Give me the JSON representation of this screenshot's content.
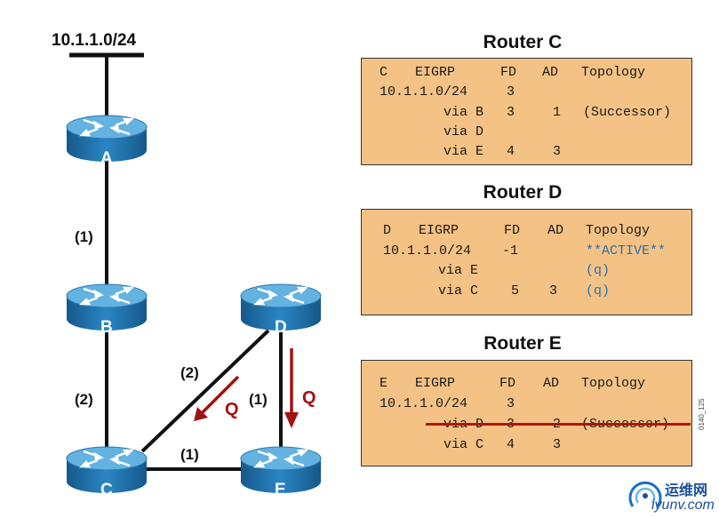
{
  "network": {
    "prefix": "10.1.1.0/24",
    "routers": [
      {
        "id": "A",
        "label": "A"
      },
      {
        "id": "B",
        "label": "B"
      },
      {
        "id": "C",
        "label": "C"
      },
      {
        "id": "D",
        "label": "D"
      },
      {
        "id": "E",
        "label": "E"
      }
    ],
    "links": [
      {
        "from": "A",
        "to": "B",
        "cost": "(1)"
      },
      {
        "from": "B",
        "to": "C",
        "cost": "(2)"
      },
      {
        "from": "C",
        "to": "D",
        "cost": "(2)"
      },
      {
        "from": "D",
        "to": "E",
        "cost": "(1)"
      },
      {
        "from": "C",
        "to": "E",
        "cost": "(1)"
      }
    ],
    "queries": [
      {
        "from": "D",
        "to": "C",
        "label": "Q"
      },
      {
        "from": "D",
        "to": "E",
        "label": "Q"
      }
    ],
    "query_color": "#a31212"
  },
  "tables": {
    "c": {
      "title": "Router C",
      "header": {
        "router": "C",
        "proto": "EIGRP",
        "fd": "FD",
        "ad": "AD",
        "topo": "Topology"
      },
      "prefix": "10.1.1.0/24",
      "prefix_fd": "3",
      "rows": [
        {
          "via": "via B",
          "fd": "3",
          "ad": "1",
          "topo": "(Successor)"
        },
        {
          "via": "via D",
          "fd": "",
          "ad": "",
          "topo": ""
        },
        {
          "via": "via E",
          "fd": "4",
          "ad": "3",
          "topo": ""
        }
      ]
    },
    "d": {
      "title": "Router D",
      "header": {
        "router": "D",
        "proto": "EIGRP",
        "fd": "FD",
        "ad": "AD",
        "topo": "Topology"
      },
      "prefix": "10.1.1.0/24",
      "prefix_fd": "-1",
      "prefix_topo": "**ACTIVE**",
      "rows": [
        {
          "via": "via E",
          "fd": "",
          "ad": "",
          "topo": "(q)"
        },
        {
          "via": "via C",
          "fd": "5",
          "ad": "3",
          "topo": "(q)"
        }
      ]
    },
    "e": {
      "title": "Router E",
      "header": {
        "router": "E",
        "proto": "EIGRP",
        "fd": "FD",
        "ad": "AD",
        "topo": "Topology"
      },
      "prefix": "10.1.1.0/24",
      "prefix_fd": "3",
      "rows": [
        {
          "via": "via D",
          "fd": "3",
          "ad": "2",
          "topo": "(Successor)",
          "struck": true
        },
        {
          "via": "via C",
          "fd": "4",
          "ad": "3",
          "topo": ""
        }
      ]
    }
  },
  "figure_code": "0140_125",
  "watermark": {
    "brand": "运维网",
    "url": "iyunv.com"
  },
  "colors": {
    "router_top": "#5aa7d8",
    "router_body": "#1e6ea8",
    "table_bg": "#f4c285",
    "strike": "#b2140f"
  }
}
